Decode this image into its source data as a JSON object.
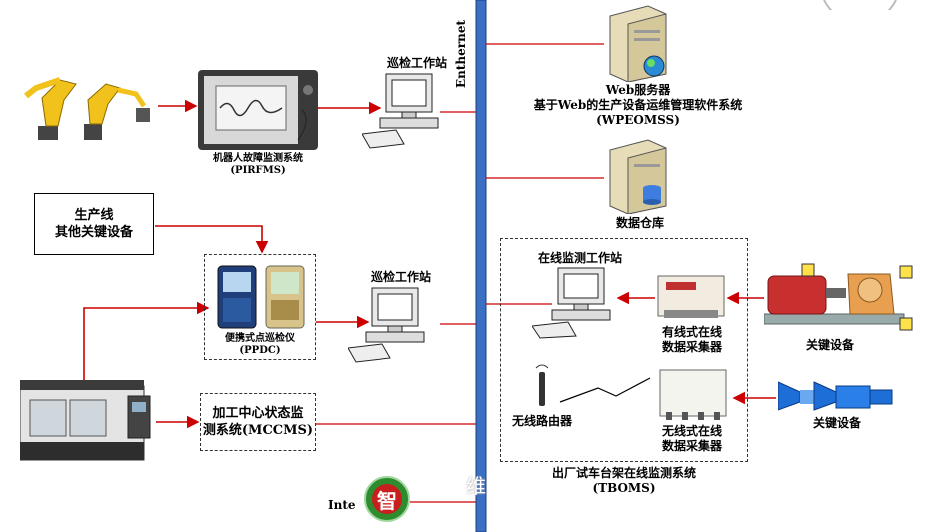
{
  "network": {
    "backbone_label": "Enthernet",
    "internet_label": "Inte",
    "logo_char": "智",
    "logo_overlay_text": "维"
  },
  "pirfms": {
    "label": "机器人故障监测系统",
    "code": "(PIRFMS)"
  },
  "station_top": {
    "label": "巡检工作站"
  },
  "station_mid": {
    "label": "巡检工作站"
  },
  "web_server": {
    "line1": "Web服务器",
    "line2": "基于Web的生产设备运维管理软件系统",
    "line3": "(WPEOMSS)"
  },
  "data_warehouse": {
    "label": "数据仓库"
  },
  "other_equipment": {
    "line1": "生产线",
    "line2": "其他关键设备"
  },
  "ppdc": {
    "label": "便携式点巡检仪",
    "code": "(PPDC)"
  },
  "mccms": {
    "line1": "加工中心状态监",
    "line2": "测系统(MCCMS)"
  },
  "tboms": {
    "workstation_label": "在线监测工作站",
    "wired_line1": "有线式在线",
    "wired_line2": "数据采集器",
    "wireless_line1": "无线式在线",
    "wireless_line2": "数据采集器",
    "router_label": "无线路由器",
    "title": "出厂试车台架在线监测系统",
    "code": "(TBOMS)"
  },
  "key_equipment_1": {
    "label": "关键设备"
  },
  "key_equipment_2": {
    "label": "关键设备"
  },
  "colors": {
    "backbone_blue": "#3a6fc4",
    "link_red": "#cc0000",
    "logo_green": "#2e8b2e"
  },
  "icons": [
    "robot-arm-icon",
    "monitor-device-icon",
    "workstation-icon",
    "server-icon",
    "database-server-icon",
    "handheld-analyzer-icon",
    "cnc-machine-icon",
    "wired-collector-icon",
    "wireless-collector-icon",
    "router-antenna-icon",
    "pump-motor-icon",
    "blower-icon",
    "lightning-link-icon"
  ]
}
